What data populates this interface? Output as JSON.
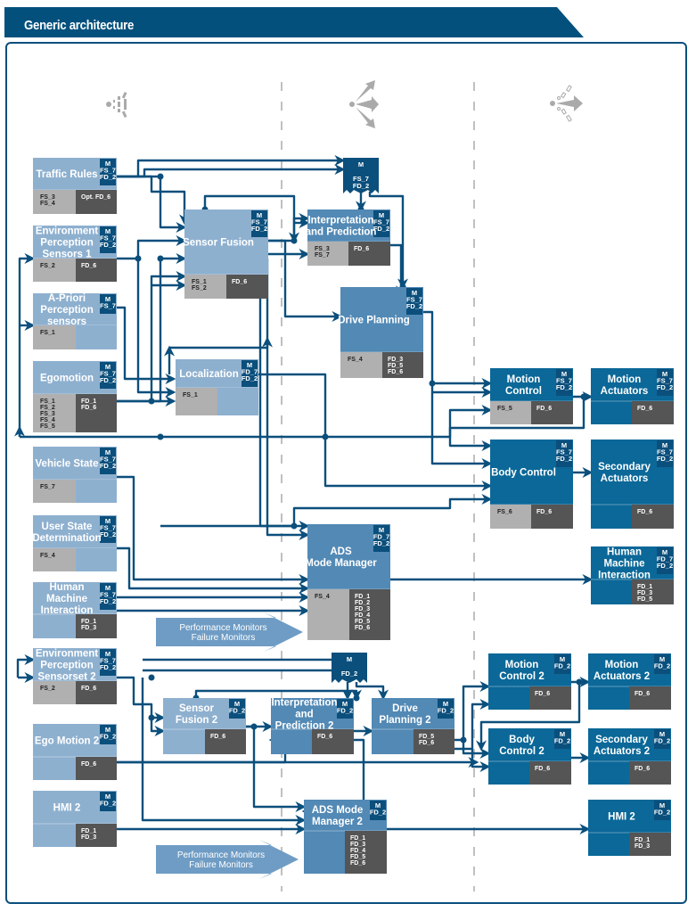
{
  "header": {
    "title": "Generic architecture"
  },
  "colors": {
    "banner": "#03507d",
    "line": "#0b4f7c",
    "sense_box": "#8eb0cf",
    "plan_box": "#5289b5",
    "act_box": "#0b6898",
    "badge": "#0b4f7c",
    "fs_cell": "#b0b0b0",
    "fd_cell": "#555555",
    "divider": "#c0c0c0",
    "monitor_arrow": "#6f9cc4"
  },
  "columns": [
    {
      "name": "sense",
      "icon": "sense-icon"
    },
    {
      "name": "plan",
      "icon": "plan-icon"
    },
    {
      "name": "act",
      "icon": "act-icon"
    }
  ],
  "nodes": [
    {
      "id": "traffic-rules",
      "title": [
        "Traffic Rules"
      ],
      "badge": [
        "M",
        "FS_7",
        "FD_2"
      ],
      "fs": [
        "FS_3",
        "FS_4"
      ],
      "fd": [
        "Opt. FD_6"
      ],
      "kind": "sense"
    },
    {
      "id": "env-perception-1",
      "title": [
        "Environment",
        "Perception",
        "Sensors 1"
      ],
      "badge": [
        "M",
        "FS_7",
        "FD_2"
      ],
      "fs": [
        "FS_2"
      ],
      "fd": [
        "FD_6"
      ],
      "kind": "sense"
    },
    {
      "id": "a-priori",
      "title": [
        "A-Priori",
        "Perception",
        "sensors"
      ],
      "badge": [
        "M",
        "FS_7"
      ],
      "fs": [
        "FS_1"
      ],
      "fd": [],
      "kind": "sense"
    },
    {
      "id": "egomotion",
      "title": [
        "Egomotion"
      ],
      "badge": [
        "M",
        "FS_7",
        "FD_2"
      ],
      "fs": [
        "FS_1",
        "FS_2",
        "FS_3",
        "FS_4",
        "FS_5"
      ],
      "fd": [
        "FD_1",
        "FD_6"
      ],
      "kind": "sense"
    },
    {
      "id": "vehicle-state",
      "title": [
        "Vehicle State"
      ],
      "badge": [
        "M",
        "FS_7",
        "FD_2"
      ],
      "fs": [
        "FS_7"
      ],
      "fd": [],
      "kind": "sense"
    },
    {
      "id": "user-state",
      "title": [
        "User State",
        "Determination"
      ],
      "badge": [
        "M",
        "FS_7",
        "FD_2"
      ],
      "fs": [
        "FS_4"
      ],
      "fd": [],
      "kind": "sense"
    },
    {
      "id": "hmi-in",
      "title": [
        "Human",
        "Machine",
        "Interaction"
      ],
      "badge": [
        "M",
        "FS_7",
        "FD_2"
      ],
      "fs": [],
      "fd": [
        "FD_1",
        "FD_3"
      ],
      "kind": "sense"
    },
    {
      "id": "env-perception-2",
      "title": [
        "Environment",
        "Perception",
        "Sensorset 2"
      ],
      "badge": [
        "M",
        "FS_7",
        "FD_2"
      ],
      "fs": [
        "FS_2"
      ],
      "fd": [
        "FD_6"
      ],
      "kind": "sense"
    },
    {
      "id": "ego-motion-2",
      "title": [
        "Ego Motion 2"
      ],
      "badge": [
        "M",
        "FD_2"
      ],
      "fs": [],
      "fd": [
        "FD_6"
      ],
      "kind": "sense"
    },
    {
      "id": "hmi-2-in",
      "title": [
        "HMI 2"
      ],
      "badge": [
        "M",
        "FD_2"
      ],
      "fs": [],
      "fd": [
        "FD_1",
        "FD_3"
      ],
      "kind": "sense"
    },
    {
      "id": "sensor-fusion",
      "title": [
        "Sensor Fusion"
      ],
      "badge": [
        "M",
        "FS_7",
        "FD_2"
      ],
      "fs": [
        "FS_1",
        "FS_2"
      ],
      "fd": [
        "FD_6"
      ],
      "kind": "sense"
    },
    {
      "id": "localization",
      "title": [
        "Localization"
      ],
      "badge": [
        "M",
        "FD_7",
        "FD_2"
      ],
      "fs": [
        "FS_1"
      ],
      "fd": [],
      "kind": "sense"
    },
    {
      "id": "sensor-fusion-2",
      "title": [
        "Sensor",
        "Fusion 2"
      ],
      "badge": [
        "M",
        "FD_2"
      ],
      "fs": [],
      "fd": [
        "FD_6"
      ],
      "kind": "sense"
    },
    {
      "id": "interp-pred",
      "title": [
        "Interpretation",
        "and Prediction"
      ],
      "badge": [
        "M",
        "FS_7",
        "FD_2"
      ],
      "fs": [
        "FS_3",
        "FS_7"
      ],
      "fd": [
        "FD_6"
      ],
      "kind": "plan"
    },
    {
      "id": "drive-planning",
      "title": [
        "Drive Planning"
      ],
      "badge": [
        "M",
        "FS_7",
        "FD_2"
      ],
      "fs": [
        "FS_4"
      ],
      "fd": [
        "FD_3",
        "FD_5",
        "FD_6"
      ],
      "kind": "plan"
    },
    {
      "id": "ads-mode-manager",
      "title": [
        "ADS",
        "Mode Manager"
      ],
      "badge": [
        "M",
        "FD_7",
        "FD_2"
      ],
      "fs": [
        "FS_4"
      ],
      "fd": [
        "FD_1",
        "FD_2",
        "FD_3",
        "FD_4",
        "FD_5",
        "FD_6"
      ],
      "kind": "plan"
    },
    {
      "id": "interp-pred-2",
      "title": [
        "Interpretation",
        "and",
        "Prediction 2"
      ],
      "badge": [
        "M",
        "FD_2"
      ],
      "fs": [],
      "fd": [
        "FD_6"
      ],
      "kind": "plan"
    },
    {
      "id": "drive-planning-2",
      "title": [
        "Drive",
        "Planning 2"
      ],
      "badge": [
        "M",
        "FD_2"
      ],
      "fs": [],
      "fd": [
        "FD_5",
        "FD_6"
      ],
      "kind": "plan"
    },
    {
      "id": "ads-mode-manager-2",
      "title": [
        "ADS Mode",
        "Manager 2"
      ],
      "badge": [
        "M",
        "FD_2"
      ],
      "fs": [],
      "fd": [
        "FD_1",
        "FD_3",
        "FD_4",
        "FD_5",
        "FD_6"
      ],
      "kind": "plan"
    },
    {
      "id": "motion-control",
      "title": [
        "Motion",
        "Control"
      ],
      "badge": [
        "M",
        "FS_7",
        "FD_2"
      ],
      "fs": [
        "FS_5"
      ],
      "fd": [
        "FD_6"
      ],
      "kind": "act"
    },
    {
      "id": "motion-actuators",
      "title": [
        "Motion",
        "Actuators"
      ],
      "badge": [
        "M",
        "FS_7",
        "FD_2"
      ],
      "fs": [],
      "fd": [
        "FD_6"
      ],
      "kind": "act"
    },
    {
      "id": "body-control",
      "title": [
        "Body Control"
      ],
      "badge": [
        "M",
        "FS_7",
        "FD_2"
      ],
      "fs": [
        "FS_6"
      ],
      "fd": [
        "FD_6"
      ],
      "kind": "act"
    },
    {
      "id": "secondary-actuators",
      "title": [
        "Secondary",
        "Actuators"
      ],
      "badge": [
        "M",
        "FS_7",
        "FD_2"
      ],
      "fs": [],
      "fd": [
        "FD_6"
      ],
      "kind": "act"
    },
    {
      "id": "hmi-out",
      "title": [
        "Human",
        "Machine",
        "Interaction"
      ],
      "badge": [
        "M",
        "FD_7",
        "FD_2"
      ],
      "fs": [],
      "fd": [
        "FD_1",
        "FD_3",
        "FD_5"
      ],
      "kind": "act"
    },
    {
      "id": "motion-control-2",
      "title": [
        "Motion",
        "Control 2"
      ],
      "badge": [
        "M",
        "FD_2"
      ],
      "fs": [],
      "fd": [
        "FD_6"
      ],
      "kind": "act"
    },
    {
      "id": "motion-actuators-2",
      "title": [
        "Motion",
        "Actuators 2"
      ],
      "badge": [
        "M",
        "FD_2"
      ],
      "fs": [],
      "fd": [
        "FD_6"
      ],
      "kind": "act"
    },
    {
      "id": "body-control-2",
      "title": [
        "Body",
        "Control 2"
      ],
      "badge": [
        "M",
        "FD_2"
      ],
      "fs": [],
      "fd": [
        "FD_6"
      ],
      "kind": "act"
    },
    {
      "id": "secondary-actuators-2",
      "title": [
        "Secondary",
        "Actuators 2"
      ],
      "badge": [
        "M",
        "FD_2"
      ],
      "fs": [],
      "fd": [
        "FD_6"
      ],
      "kind": "act"
    },
    {
      "id": "hmi-2-out",
      "title": [
        "HMI 2"
      ],
      "badge": [
        "M",
        "FD_2"
      ],
      "fs": [],
      "fd": [
        "FD_1",
        "FD_3"
      ],
      "kind": "act"
    }
  ],
  "monitor_hubs": [
    {
      "id": "monitor-hub-1",
      "lines": [
        "M",
        "",
        "FS_7",
        "FD_2"
      ]
    },
    {
      "id": "monitor-hub-2",
      "lines": [
        "M",
        "",
        "FD_2"
      ]
    }
  ],
  "monitor_arrows": [
    {
      "id": "monitors-1",
      "lines": [
        "Performance Monitors",
        "Failure Monitors"
      ]
    },
    {
      "id": "monitors-2",
      "lines": [
        "Performance Monitors",
        "Failure Monitors"
      ]
    }
  ]
}
